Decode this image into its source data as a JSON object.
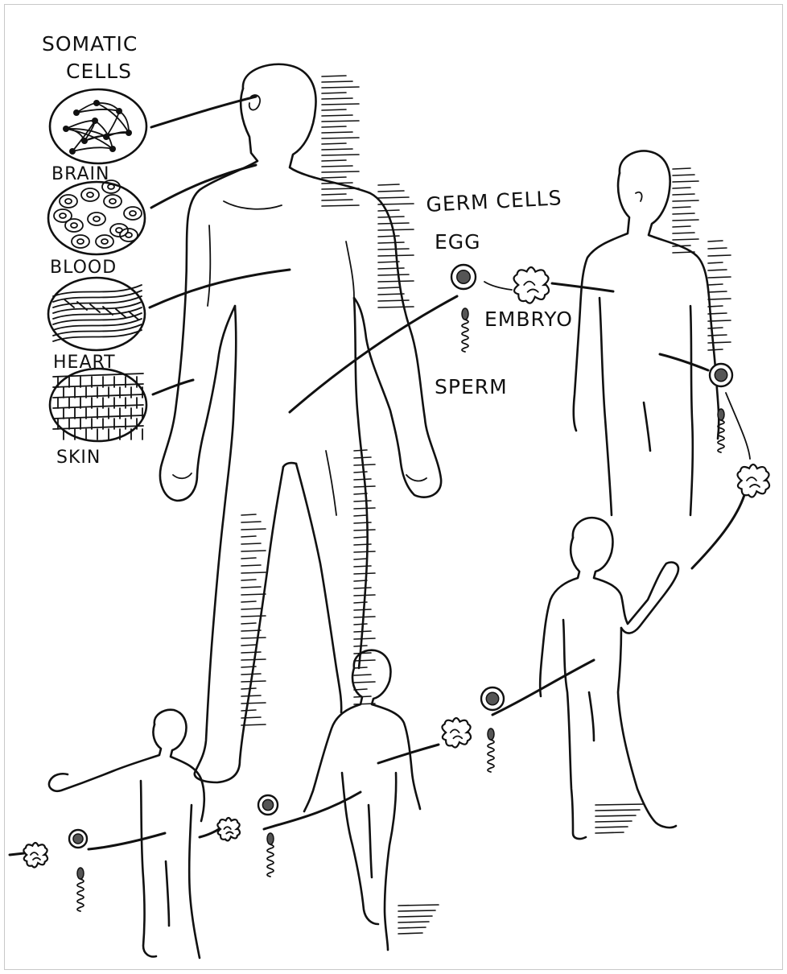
{
  "labels": {
    "somatic_line1": "SOMATIC",
    "somatic_line2": "CELLS",
    "brain": "BRAIN",
    "blood": "BLOOD",
    "heart": "HEART",
    "skin": "SKIN",
    "germ_cells": "GERM CELLS",
    "egg": "EGG",
    "embryo": "EMBRYO",
    "sperm": "SPERM"
  },
  "colors": {
    "ink": "#111111",
    "paper": "#ffffff",
    "frame": "#c8c8c8"
  }
}
